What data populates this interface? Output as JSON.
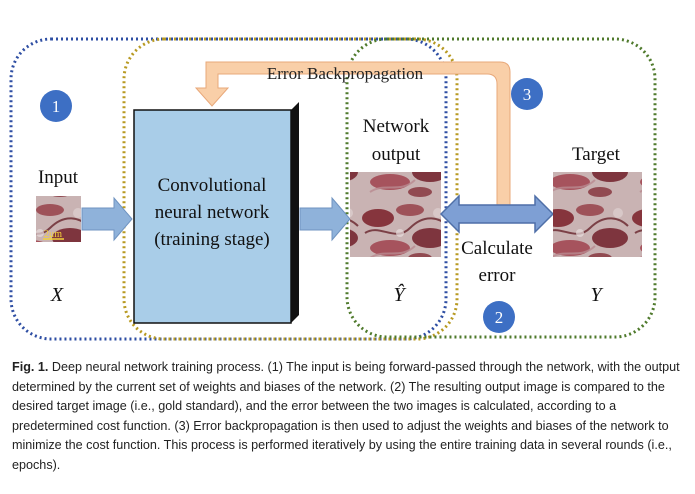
{
  "diagram": {
    "backprop_label": "Error Backpropagation",
    "step1": "1",
    "step2": "2",
    "step3": "3",
    "input_label": "Input",
    "scale_label": "2μm",
    "input_symbol": "X",
    "cnn_line1": "Convolutional",
    "cnn_line2": "neural network",
    "cnn_line3": "(training stage)",
    "output_line1": "Network",
    "output_line2": "output",
    "output_symbol": "Ŷ",
    "calc_line1": "Calculate",
    "calc_line2": "error",
    "target_label": "Target",
    "target_symbol": "Y",
    "colors": {
      "blue_dots": "#2e4ea3",
      "gold_dots": "#b89a22",
      "green_dots": "#4f7a2c",
      "badge": "#3d6fc4",
      "cnn_box": "#a9cde8",
      "arrow_blue": "#8fb2da",
      "backprop_arrow": "#f9cfa8"
    }
  },
  "caption": {
    "fig_label": "Fig. 1.",
    "text": " Deep neural network training process. (1) The input is being forward-passed through the network, with the output determined by the current set of weights and biases of the network. (2) The resulting output image is compared to the desired target image (i.e., gold standard), and the error between the two images is calculated, according to a predetermined cost function. (3) Error backpropagation is then used to adjust the weights and biases of the network to minimize the cost function. This process is performed iteratively by using the entire training data in several rounds (i.e., epochs)."
  }
}
